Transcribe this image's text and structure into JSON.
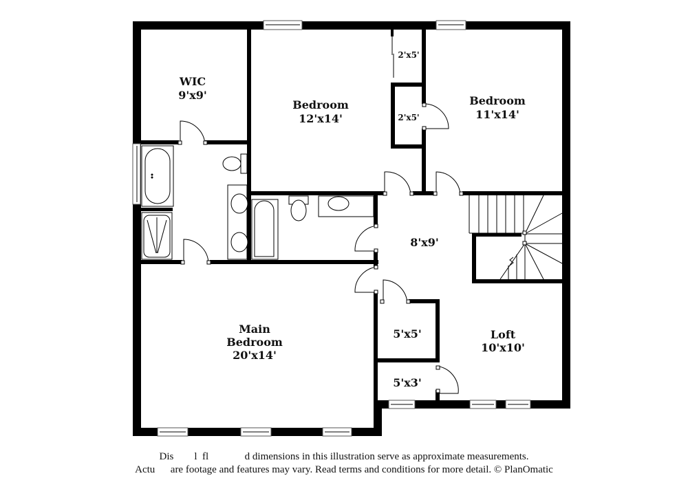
{
  "floor_plan": {
    "rooms": [
      {
        "id": "wic",
        "name": "WIC",
        "dims": "9'x9'"
      },
      {
        "id": "bedroom-2",
        "name": "Bedroom",
        "dims": "12'x14'"
      },
      {
        "id": "closet-a",
        "name": "",
        "dims": "2'x5'"
      },
      {
        "id": "closet-b",
        "name": "",
        "dims": "2'x5'"
      },
      {
        "id": "bedroom-3",
        "name": "Bedroom",
        "dims": "11'x14'"
      },
      {
        "id": "hall",
        "name": "",
        "dims": "8'x9'"
      },
      {
        "id": "main-bedroom",
        "name_line1": "Main",
        "name_line2": "Bedroom",
        "dims": "20'x14'"
      },
      {
        "id": "closet-c",
        "name": "",
        "dims": "5'x5'"
      },
      {
        "id": "closet-d",
        "name": "",
        "dims": "5'x3'"
      },
      {
        "id": "loft",
        "name": "Loft",
        "dims": "10'x10'"
      }
    ]
  },
  "footer": {
    "disclaimer_line1": "Dis        l  fl              d dimensions in this illustration serve as approximate measurements.",
    "disclaimer_line2": "Actu      are footage and features may vary. Read terms and conditions for more detail. © PlanOmatic"
  }
}
